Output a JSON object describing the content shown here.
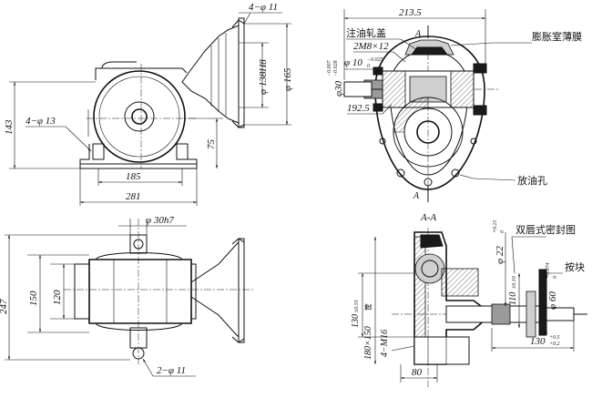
{
  "top_left_view": {
    "hole_flange": "4−φ 11",
    "bore_dim": "φ 138H8",
    "outer_dim": "φ 165",
    "height_dim": "143",
    "base_holes": "4−φ 13",
    "base_height": "75",
    "base_hole_span": "185",
    "base_length": "281"
  },
  "top_right_view": {
    "overall_dim": "213.5",
    "section_mark": "A",
    "oil_cap": "注油轧盖",
    "bolt": "2M8×12",
    "membrane": "膨胀室薄膜",
    "shaft_small": "φ 10",
    "shaft_small_tol_top": "−0.025",
    "shaft_small_tol_bottom": "0",
    "shaft_main": "φ30",
    "shaft_main_tol_top": "−0.007",
    "shaft_main_tol_bottom": "−0.028",
    "shaft_length": "192.5",
    "drain_hole": "放油孔"
  },
  "bottom_left_view": {
    "shaft_dim": "φ 30h7",
    "total_height": "247",
    "hole_span_outer": "150",
    "hole_span_inner": "120",
    "foot_holes": "2−φ 11"
  },
  "bottom_right_view": {
    "section_title": "A-A",
    "seal": "双唇式密封图",
    "key": "按块",
    "bore_22": "φ 22",
    "bore_22_tol": "+0.21",
    "bore_22_tol_low": "0",
    "bore_60": "φ 60",
    "bore_60_tol": "+0.074",
    "bore_60_tol_low": "0",
    "dim_110": "110",
    "dim_110_tol": "±0.10",
    "dim_130_left": "130",
    "dim_130_left_tol": "±0.55",
    "dim_180x150": "180×150",
    "dim_180x150_sq": "筐",
    "thread_mark": "4−M16",
    "dim_130_right": "130",
    "dim_130_right_tol": "+0.5",
    "dim_130_right_tol2": "+0.2",
    "dim_80": "80"
  }
}
